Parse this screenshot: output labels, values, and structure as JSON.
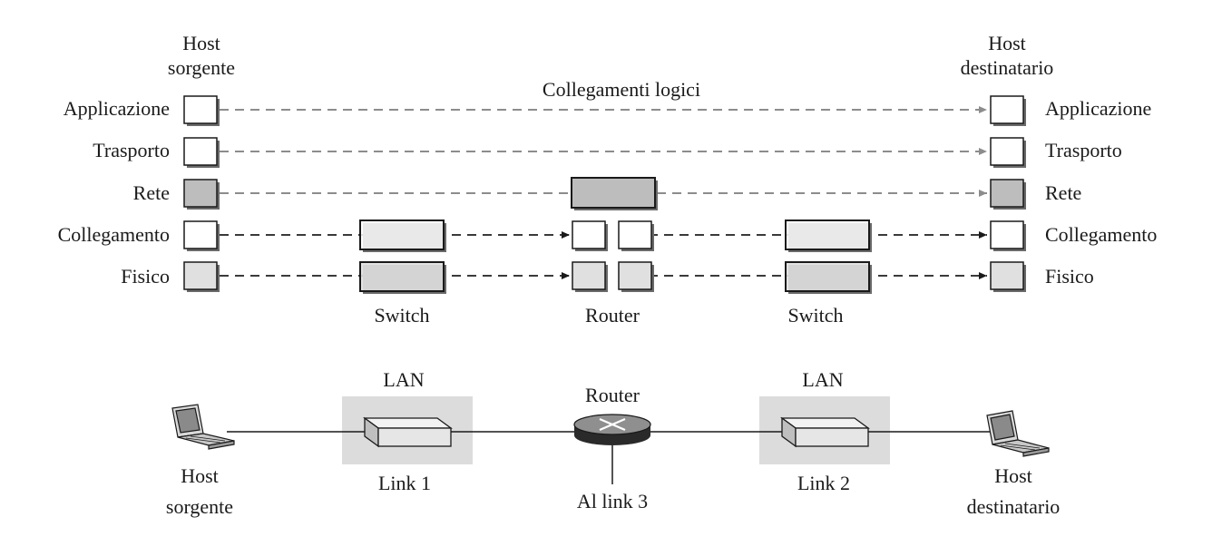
{
  "diagram": {
    "top": {
      "source_host": "Host sorgente",
      "destination_host": "Host destinatario",
      "logical_links": "Collegamenti logici",
      "layers": {
        "application": "Applicazione",
        "transport": "Trasporto",
        "network": "Rete",
        "link": "Collegamento",
        "physical": "Fisico"
      },
      "devices": {
        "switch_left": "Switch",
        "router": "Router",
        "switch_right": "Switch"
      }
    },
    "bottom": {
      "lan_left": "LAN",
      "lan_right": "LAN",
      "router": "Router",
      "link1": "Link 1",
      "link2": "Link 2",
      "link3": "Al link 3",
      "source_host": "Host sorgente",
      "destination_host": "Host destinatario"
    }
  },
  "colors": {
    "box_white": "#ffffff",
    "box_light": "#e0e0e0",
    "box_network": "#bdbdbd",
    "lan_bg": "#dcdcdc",
    "line": "#3a3a3a",
    "dash_light": "#8c8c8c"
  }
}
